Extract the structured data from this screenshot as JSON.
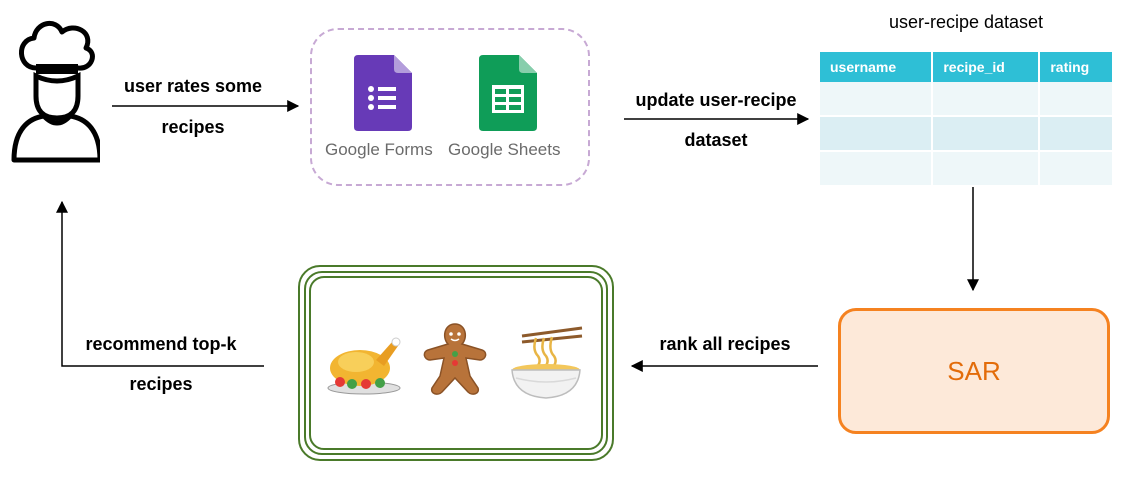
{
  "labels": {
    "user_rates_line1": "user rates some",
    "user_rates_line2": "recipes",
    "update_line1": "update user-recipe",
    "update_line2": "dataset",
    "rank": "rank all recipes",
    "recommend_line1": "recommend top-k",
    "recommend_line2": "recipes"
  },
  "google": {
    "forms": "Google Forms",
    "sheets": "Google Sheets",
    "forms_color": "#673ab7",
    "sheets_color": "#0f9d58"
  },
  "dataset": {
    "title": "user-recipe dataset",
    "columns": [
      "username",
      "recipe_id",
      "rating"
    ],
    "header_color": "#2ebfd6"
  },
  "sar": {
    "label": "SAR",
    "border_color": "#f58220",
    "fill_color": "#fde9d9"
  },
  "icons": [
    "chef-icon",
    "roast-chicken-icon",
    "gingerbread-man-icon",
    "noodle-bowl-icon"
  ]
}
